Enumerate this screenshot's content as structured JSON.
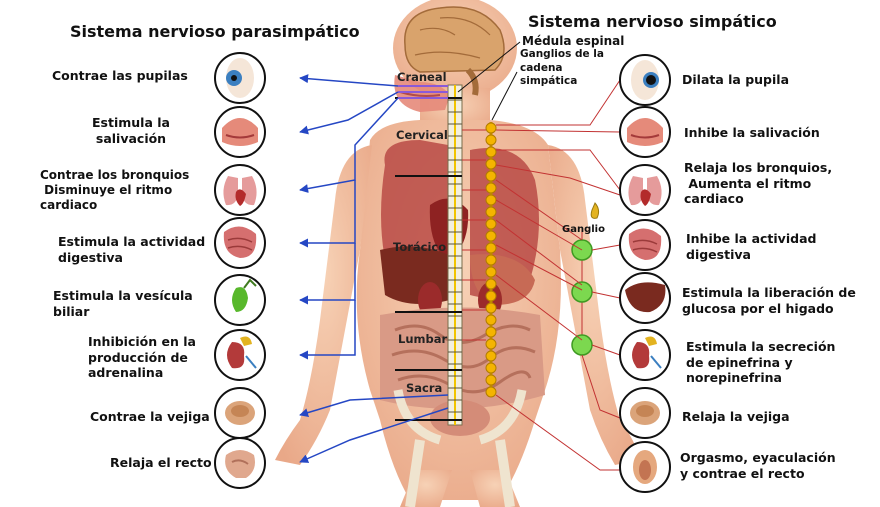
{
  "titles": {
    "left": "Sistema nervioso parasimpático",
    "right": "Sistema nervioso simpático"
  },
  "labels": {
    "spinal_cord": "Médula espinal",
    "chain_ganglia": [
      "Ganglios de la",
      "cadena",
      "simpática"
    ],
    "ganglion": "Ganglio"
  },
  "regions": [
    "Craneal",
    "Cervical",
    "Torácico",
    "Lumbar",
    "Sacra"
  ],
  "parasympathetic": [
    {
      "lines": [
        "Contrae las pupilas"
      ],
      "organ": "eye-icon"
    },
    {
      "lines": [
        "Estimula la",
        "salivación"
      ],
      "organ": "mouth-icon"
    },
    {
      "lines": [
        "Contrae los bronquios",
        " Disminuye el ritmo",
        "cardiaco"
      ],
      "organ": "lungs-icon"
    },
    {
      "lines": [
        "Estimula la actividad",
        "digestiva"
      ],
      "organ": "stomach-icon"
    },
    {
      "lines": [
        "Estimula la vesícula",
        "biliar"
      ],
      "organ": "gallbladder-icon"
    },
    {
      "lines": [
        "Inhibición en la",
        "producción de",
        "adrenalina"
      ],
      "organ": "kidney-icon"
    },
    {
      "lines": [
        "Contrae la vejiga"
      ],
      "organ": "bladder-icon"
    },
    {
      "lines": [
        "Relaja el recto"
      ],
      "organ": "rectum-icon"
    }
  ],
  "sympathetic": [
    {
      "lines": [
        "Dilata la pupila"
      ],
      "organ": "eye-icon"
    },
    {
      "lines": [
        "Inhibe la salivación"
      ],
      "organ": "mouth-icon"
    },
    {
      "lines": [
        "Relaja los bronquios,",
        " Aumenta el ritmo",
        "cardiaco"
      ],
      "organ": "lungs-icon"
    },
    {
      "lines": [
        "Inhibe la actividad",
        "digestiva"
      ],
      "organ": "stomach-icon"
    },
    {
      "lines": [
        "Estimula la liberación de",
        "glucosa por el higado"
      ],
      "organ": "liver-icon"
    },
    {
      "lines": [
        "Estimula la secreción",
        "de epinefrina y",
        "norepinefrina"
      ],
      "organ": "kidney-icon"
    },
    {
      "lines": [
        "Relaja la vejiga"
      ],
      "organ": "bladder-icon"
    },
    {
      "lines": [
        "Orgasmo, eyaculación",
        "y contrae el recto"
      ],
      "organ": "genitals-icon"
    }
  ],
  "colors": {
    "parasympathetic": "#2547c4",
    "sympathetic": "#c23232",
    "skin": "#f2c2a0",
    "ganglion": "#7cd84f",
    "chain": "#f4b400"
  }
}
